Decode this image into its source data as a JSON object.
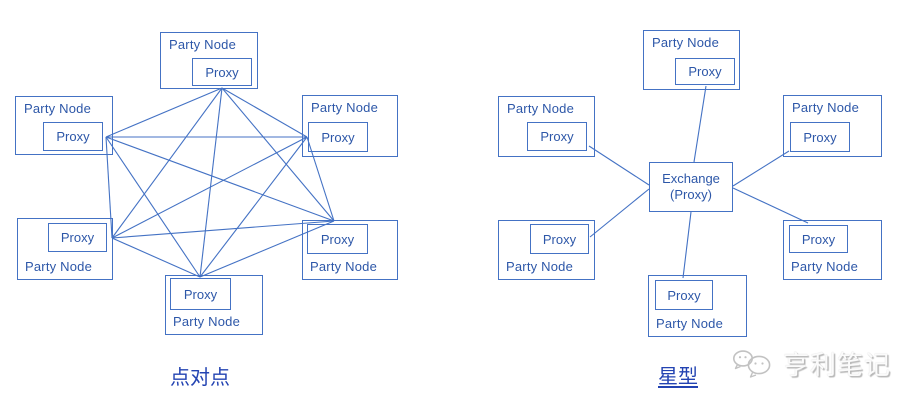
{
  "left_diagram": {
    "title": "点对点",
    "topology": "full-mesh",
    "nodes": [
      {
        "id": "top",
        "label": "Party Node",
        "proxy": "Proxy"
      },
      {
        "id": "left",
        "label": "Party Node",
        "proxy": "Proxy"
      },
      {
        "id": "right-top",
        "label": "Party Node",
        "proxy": "Proxy"
      },
      {
        "id": "bottom-left",
        "label": "Party Node",
        "proxy": "Proxy"
      },
      {
        "id": "bottom-center",
        "label": "Party Node",
        "proxy": "Proxy"
      },
      {
        "id": "bottom-right",
        "label": "Party Node",
        "proxy": "Proxy"
      }
    ],
    "edges": [
      [
        "top",
        "left"
      ],
      [
        "top",
        "right-top"
      ],
      [
        "top",
        "bottom-left"
      ],
      [
        "top",
        "bottom-center"
      ],
      [
        "top",
        "bottom-right"
      ],
      [
        "left",
        "right-top"
      ],
      [
        "left",
        "bottom-left"
      ],
      [
        "left",
        "bottom-center"
      ],
      [
        "left",
        "bottom-right"
      ],
      [
        "right-top",
        "bottom-left"
      ],
      [
        "right-top",
        "bottom-center"
      ],
      [
        "right-top",
        "bottom-right"
      ],
      [
        "bottom-left",
        "bottom-center"
      ],
      [
        "bottom-left",
        "bottom-right"
      ],
      [
        "bottom-center",
        "bottom-right"
      ]
    ]
  },
  "right_diagram": {
    "title": "星型",
    "topology": "star",
    "center": {
      "line1": "Exchange",
      "line2": "(Proxy)"
    },
    "nodes": [
      {
        "id": "top",
        "label": "Party Node",
        "proxy": "Proxy"
      },
      {
        "id": "left",
        "label": "Party Node",
        "proxy": "Proxy"
      },
      {
        "id": "right-top",
        "label": "Party Node",
        "proxy": "Proxy"
      },
      {
        "id": "bottom-left",
        "label": "Party Node",
        "proxy": "Proxy"
      },
      {
        "id": "bottom-center",
        "label": "Party Node",
        "proxy": "Proxy"
      },
      {
        "id": "bottom-right",
        "label": "Party Node",
        "proxy": "Proxy"
      }
    ],
    "edges": [
      [
        "top",
        "exchange"
      ],
      [
        "left",
        "exchange"
      ],
      [
        "right-top",
        "exchange"
      ],
      [
        "bottom-left",
        "exchange"
      ],
      [
        "bottom-center",
        "exchange"
      ],
      [
        "bottom-right",
        "exchange"
      ]
    ]
  },
  "watermark": {
    "text": "亨利笔记",
    "icon": "wechat-icon"
  },
  "colors": {
    "line": "#4472c4",
    "text": "#2d57a8",
    "cjk_text": "#2343b2",
    "watermark": "#bdbdbd"
  }
}
